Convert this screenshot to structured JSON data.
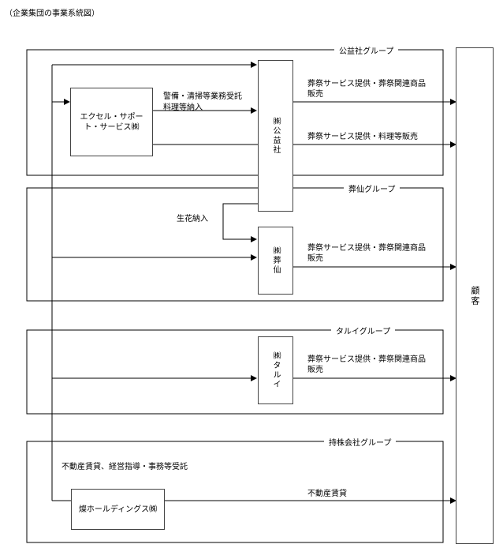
{
  "title": "（企業集団の事業系統図）",
  "groups": {
    "kozaisha": "公益社グループ",
    "sosen": "葬仙グループ",
    "tarui": "タルイグループ",
    "holding": "持株会社グループ"
  },
  "entities": {
    "excel": "エクセル・サポート・サービス㈱",
    "kozaisha": "㈱公益社",
    "sosen": "㈱葬仙",
    "tarui": "㈱タルイ",
    "holdings": "燦ホールディングス㈱",
    "customer": "顧客"
  },
  "flows": {
    "keibi": "警備・清掃等業務受託",
    "ryori_nounyu": "料理等納入",
    "sosai_shohin1": "葬祭サービス提供・葬祭関連商品",
    "hanbai1": "販売",
    "sosai_ryori": "葬祭サービス提供・料理等販売",
    "seika": "生花納入",
    "sosai_shohin2": "葬祭サービス提供・葬祭関連商品",
    "hanbai2": "販売",
    "sosai_shohin3": "葬祭サービス提供・葬祭関連商品",
    "hanbai3": "販売",
    "fudosan_keiei": "不動産賃貸、経営指導・事務等受託",
    "fudosan": "不動産賃貸"
  }
}
